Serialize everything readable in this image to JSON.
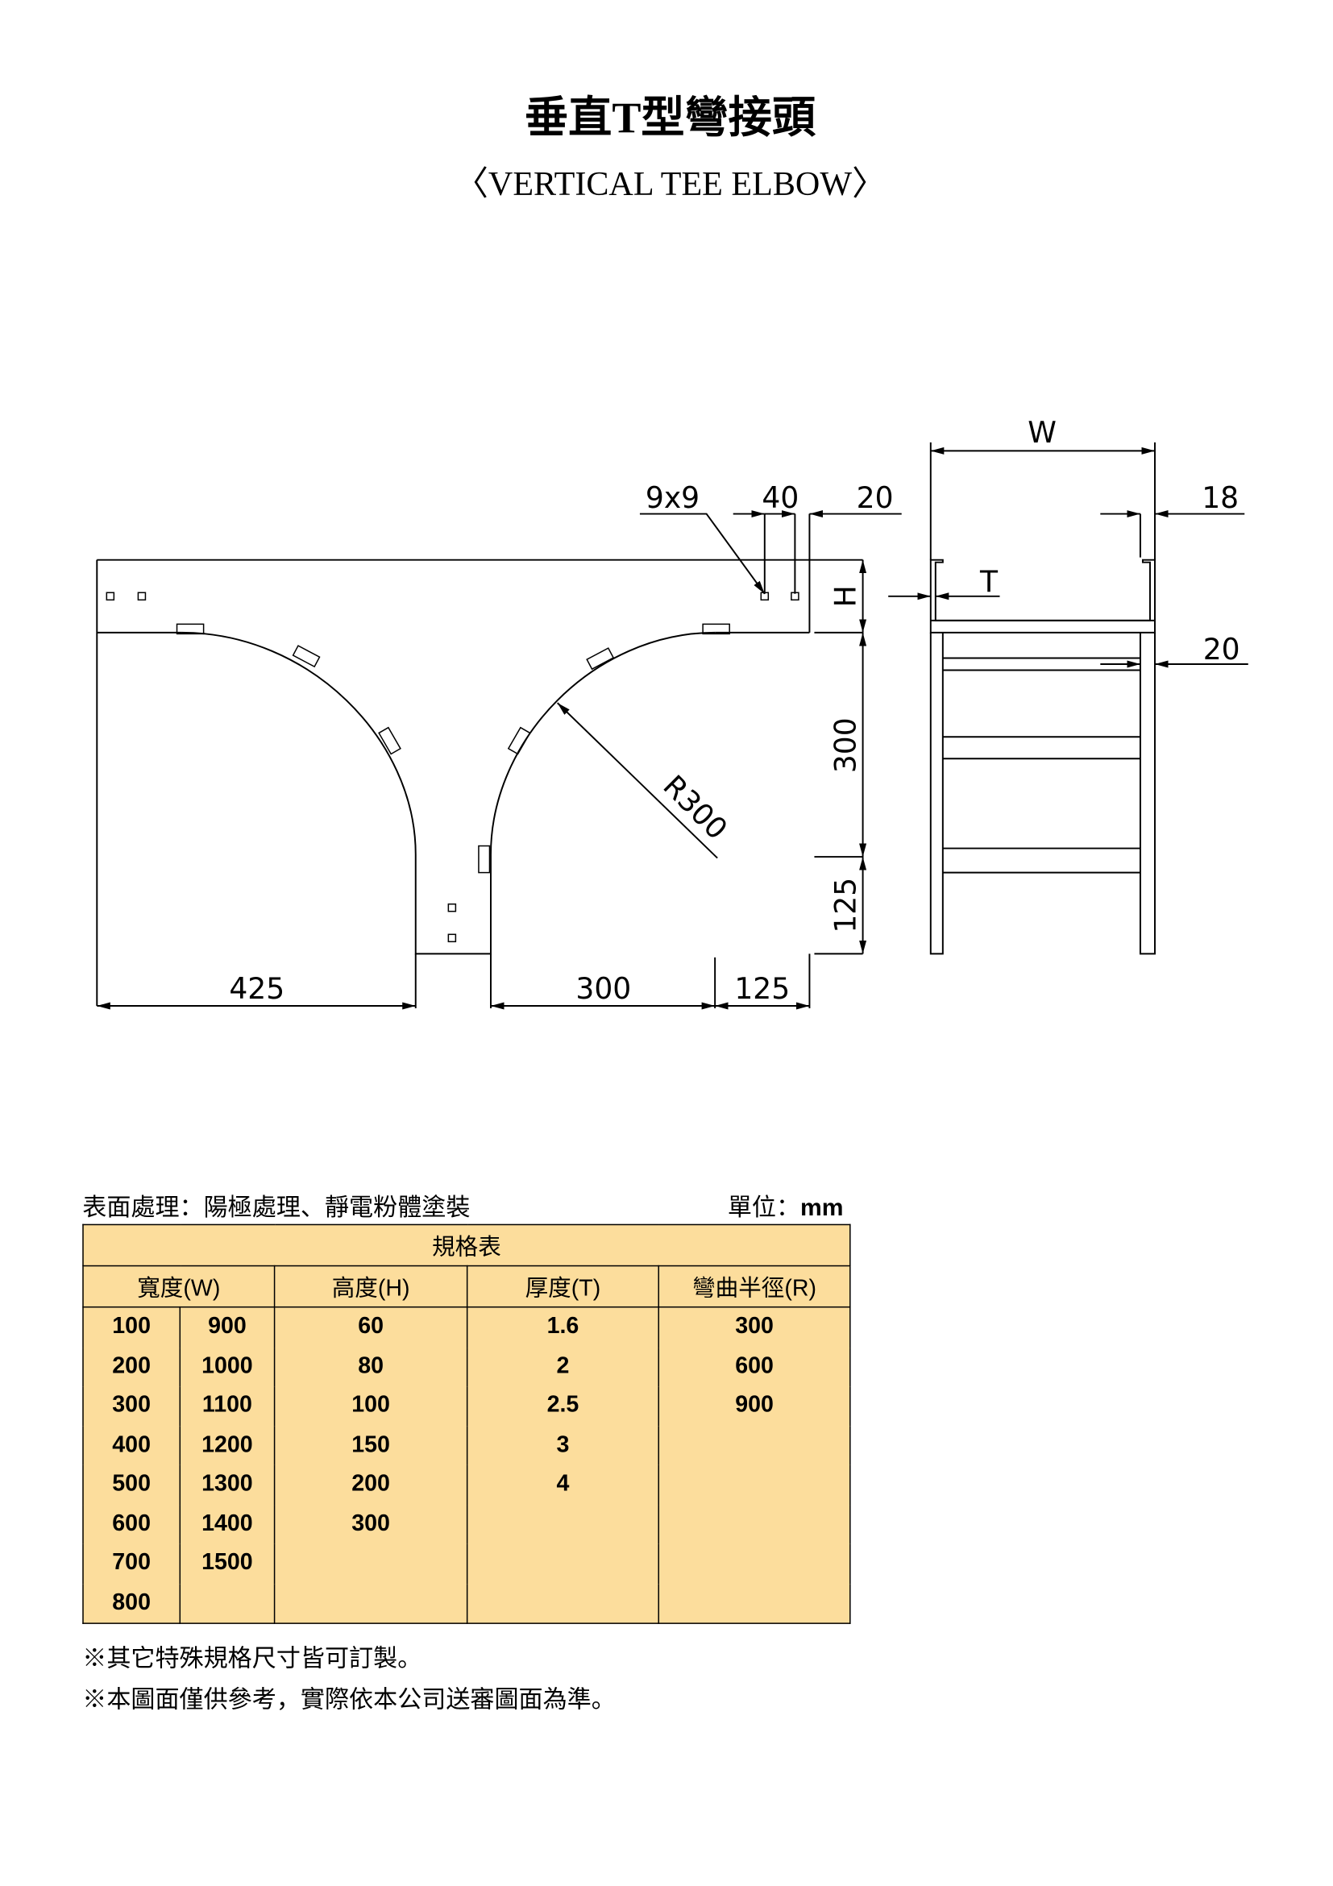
{
  "title": "垂直T型彎接頭",
  "subtitle": "〈VERTICAL TEE ELBOW〉",
  "drawing": {
    "labels": {
      "hole": "9x9",
      "d40": "40",
      "d20_top": "20",
      "w": "W",
      "d18": "18",
      "t": "T",
      "d20_side": "20",
      "h": "H",
      "v300": "300",
      "v125": "125",
      "radius": "R300",
      "h425": "425",
      "h300": "300",
      "h125": "125"
    }
  },
  "surface_treatment": "表面處理：陽極處理、靜電粉體塗裝",
  "unit_label": "單位：",
  "unit_value": "mm",
  "spec_table": {
    "title": "規格表",
    "headers": [
      "寬度(W)",
      "高度(H)",
      "厚度(T)",
      "彎曲半徑(R)"
    ],
    "rows": [
      [
        "100",
        "900",
        "60",
        "1.6",
        "300"
      ],
      [
        "200",
        "1000",
        "80",
        "2",
        "600"
      ],
      [
        "300",
        "1100",
        "100",
        "2.5",
        "900"
      ],
      [
        "400",
        "1200",
        "150",
        "3",
        ""
      ],
      [
        "500",
        "1300",
        "200",
        "4",
        ""
      ],
      [
        "600",
        "1400",
        "300",
        "",
        ""
      ],
      [
        "700",
        "1500",
        "",
        "",
        ""
      ],
      [
        "800",
        "",
        "",
        "",
        ""
      ]
    ]
  },
  "notes": [
    "※其它特殊規格尺寸皆可訂製。",
    "※本圖面僅供參考，實際依本公司送審圖面為準。"
  ],
  "colors": {
    "table_fill": "#fcdd9c"
  }
}
